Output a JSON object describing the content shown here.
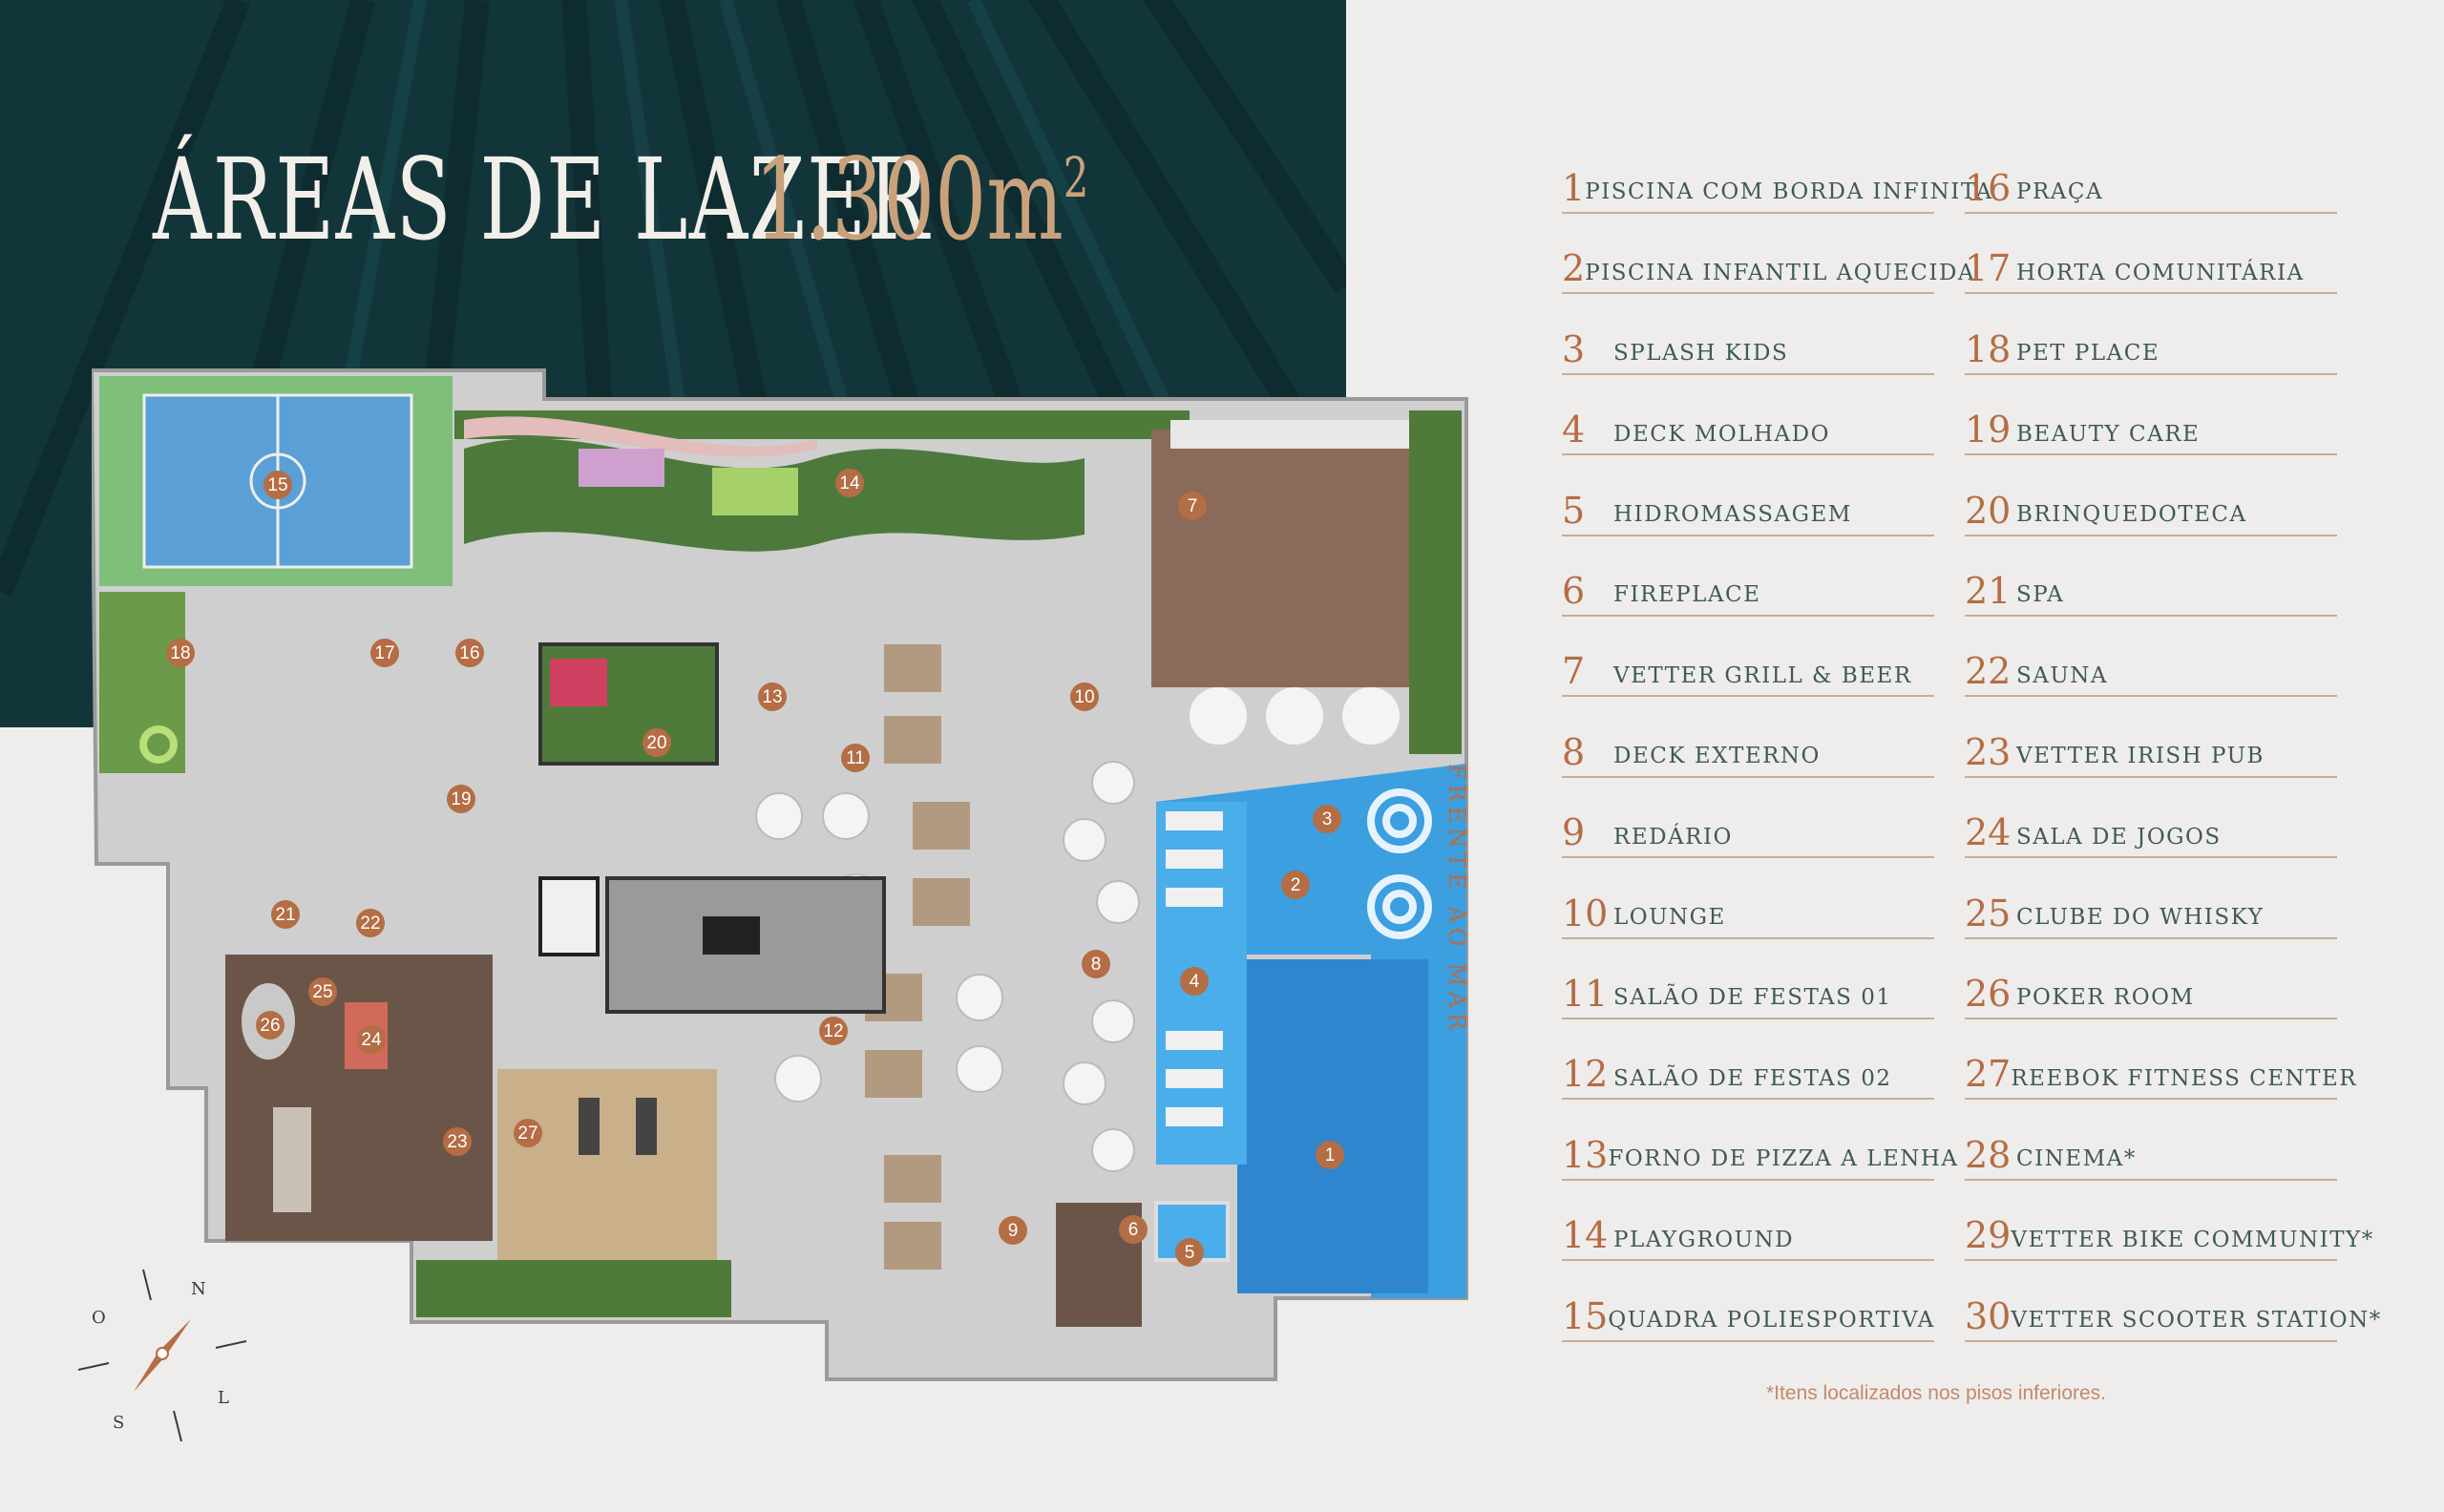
{
  "title": {
    "main": "ÁREAS DE LAZER",
    "area": "1.300m",
    "area_sup": "2"
  },
  "side_label": "FRENTE AO MAR",
  "footnote": "*Itens localizados nos pisos inferiores.",
  "compass": {
    "n": "N",
    "s": "S",
    "l": "L",
    "o": "O"
  },
  "legend": {
    "left": [
      {
        "n": "1",
        "label": "Piscina com borda infinita"
      },
      {
        "n": "2",
        "label": "Piscina infantil aquecida"
      },
      {
        "n": "3",
        "label": "Splash kids"
      },
      {
        "n": "4",
        "label": "Deck molhado"
      },
      {
        "n": "5",
        "label": "Hidromassagem"
      },
      {
        "n": "6",
        "label": "Fireplace"
      },
      {
        "n": "7",
        "label": "Vetter grill & beer"
      },
      {
        "n": "8",
        "label": "Deck externo"
      },
      {
        "n": "9",
        "label": "Redário"
      },
      {
        "n": "10",
        "label": "Lounge"
      },
      {
        "n": "11",
        "label": "Salão de festas 01"
      },
      {
        "n": "12",
        "label": "Salão de festas 02"
      },
      {
        "n": "13",
        "label": "Forno de pizza a lenha"
      },
      {
        "n": "14",
        "label": "Playground"
      },
      {
        "n": "15",
        "label": "Quadra poliesportiva"
      }
    ],
    "right": [
      {
        "n": "16",
        "label": "Praça"
      },
      {
        "n": "17",
        "label": "Horta comunitária"
      },
      {
        "n": "18",
        "label": "Pet place"
      },
      {
        "n": "19",
        "label": "Beauty care"
      },
      {
        "n": "20",
        "label": "Brinquedoteca"
      },
      {
        "n": "21",
        "label": "Spa"
      },
      {
        "n": "22",
        "label": "Sauna"
      },
      {
        "n": "23",
        "label": "Vetter irish pub"
      },
      {
        "n": "24",
        "label": "Sala de jogos"
      },
      {
        "n": "25",
        "label": "Clube do whisky"
      },
      {
        "n": "26",
        "label": "Poker room"
      },
      {
        "n": "27",
        "label": "Reebok fitness center"
      },
      {
        "n": "28",
        "label": "Cinema*"
      },
      {
        "n": "29",
        "label": "Vetter bike community*"
      },
      {
        "n": "30",
        "label": "Vetter scooter station*"
      }
    ]
  },
  "markers": [
    "1",
    "2",
    "3",
    "4",
    "5",
    "6",
    "7",
    "8",
    "9",
    "10",
    "11",
    "12",
    "13",
    "14",
    "15",
    "16",
    "17",
    "18",
    "19",
    "20",
    "21",
    "22",
    "23",
    "24",
    "25",
    "26",
    "27"
  ],
  "colors": {
    "teal": "#12353a",
    "accent": "#b46d44",
    "gold": "#c9a27c",
    "pool": "#3b9fe0"
  }
}
